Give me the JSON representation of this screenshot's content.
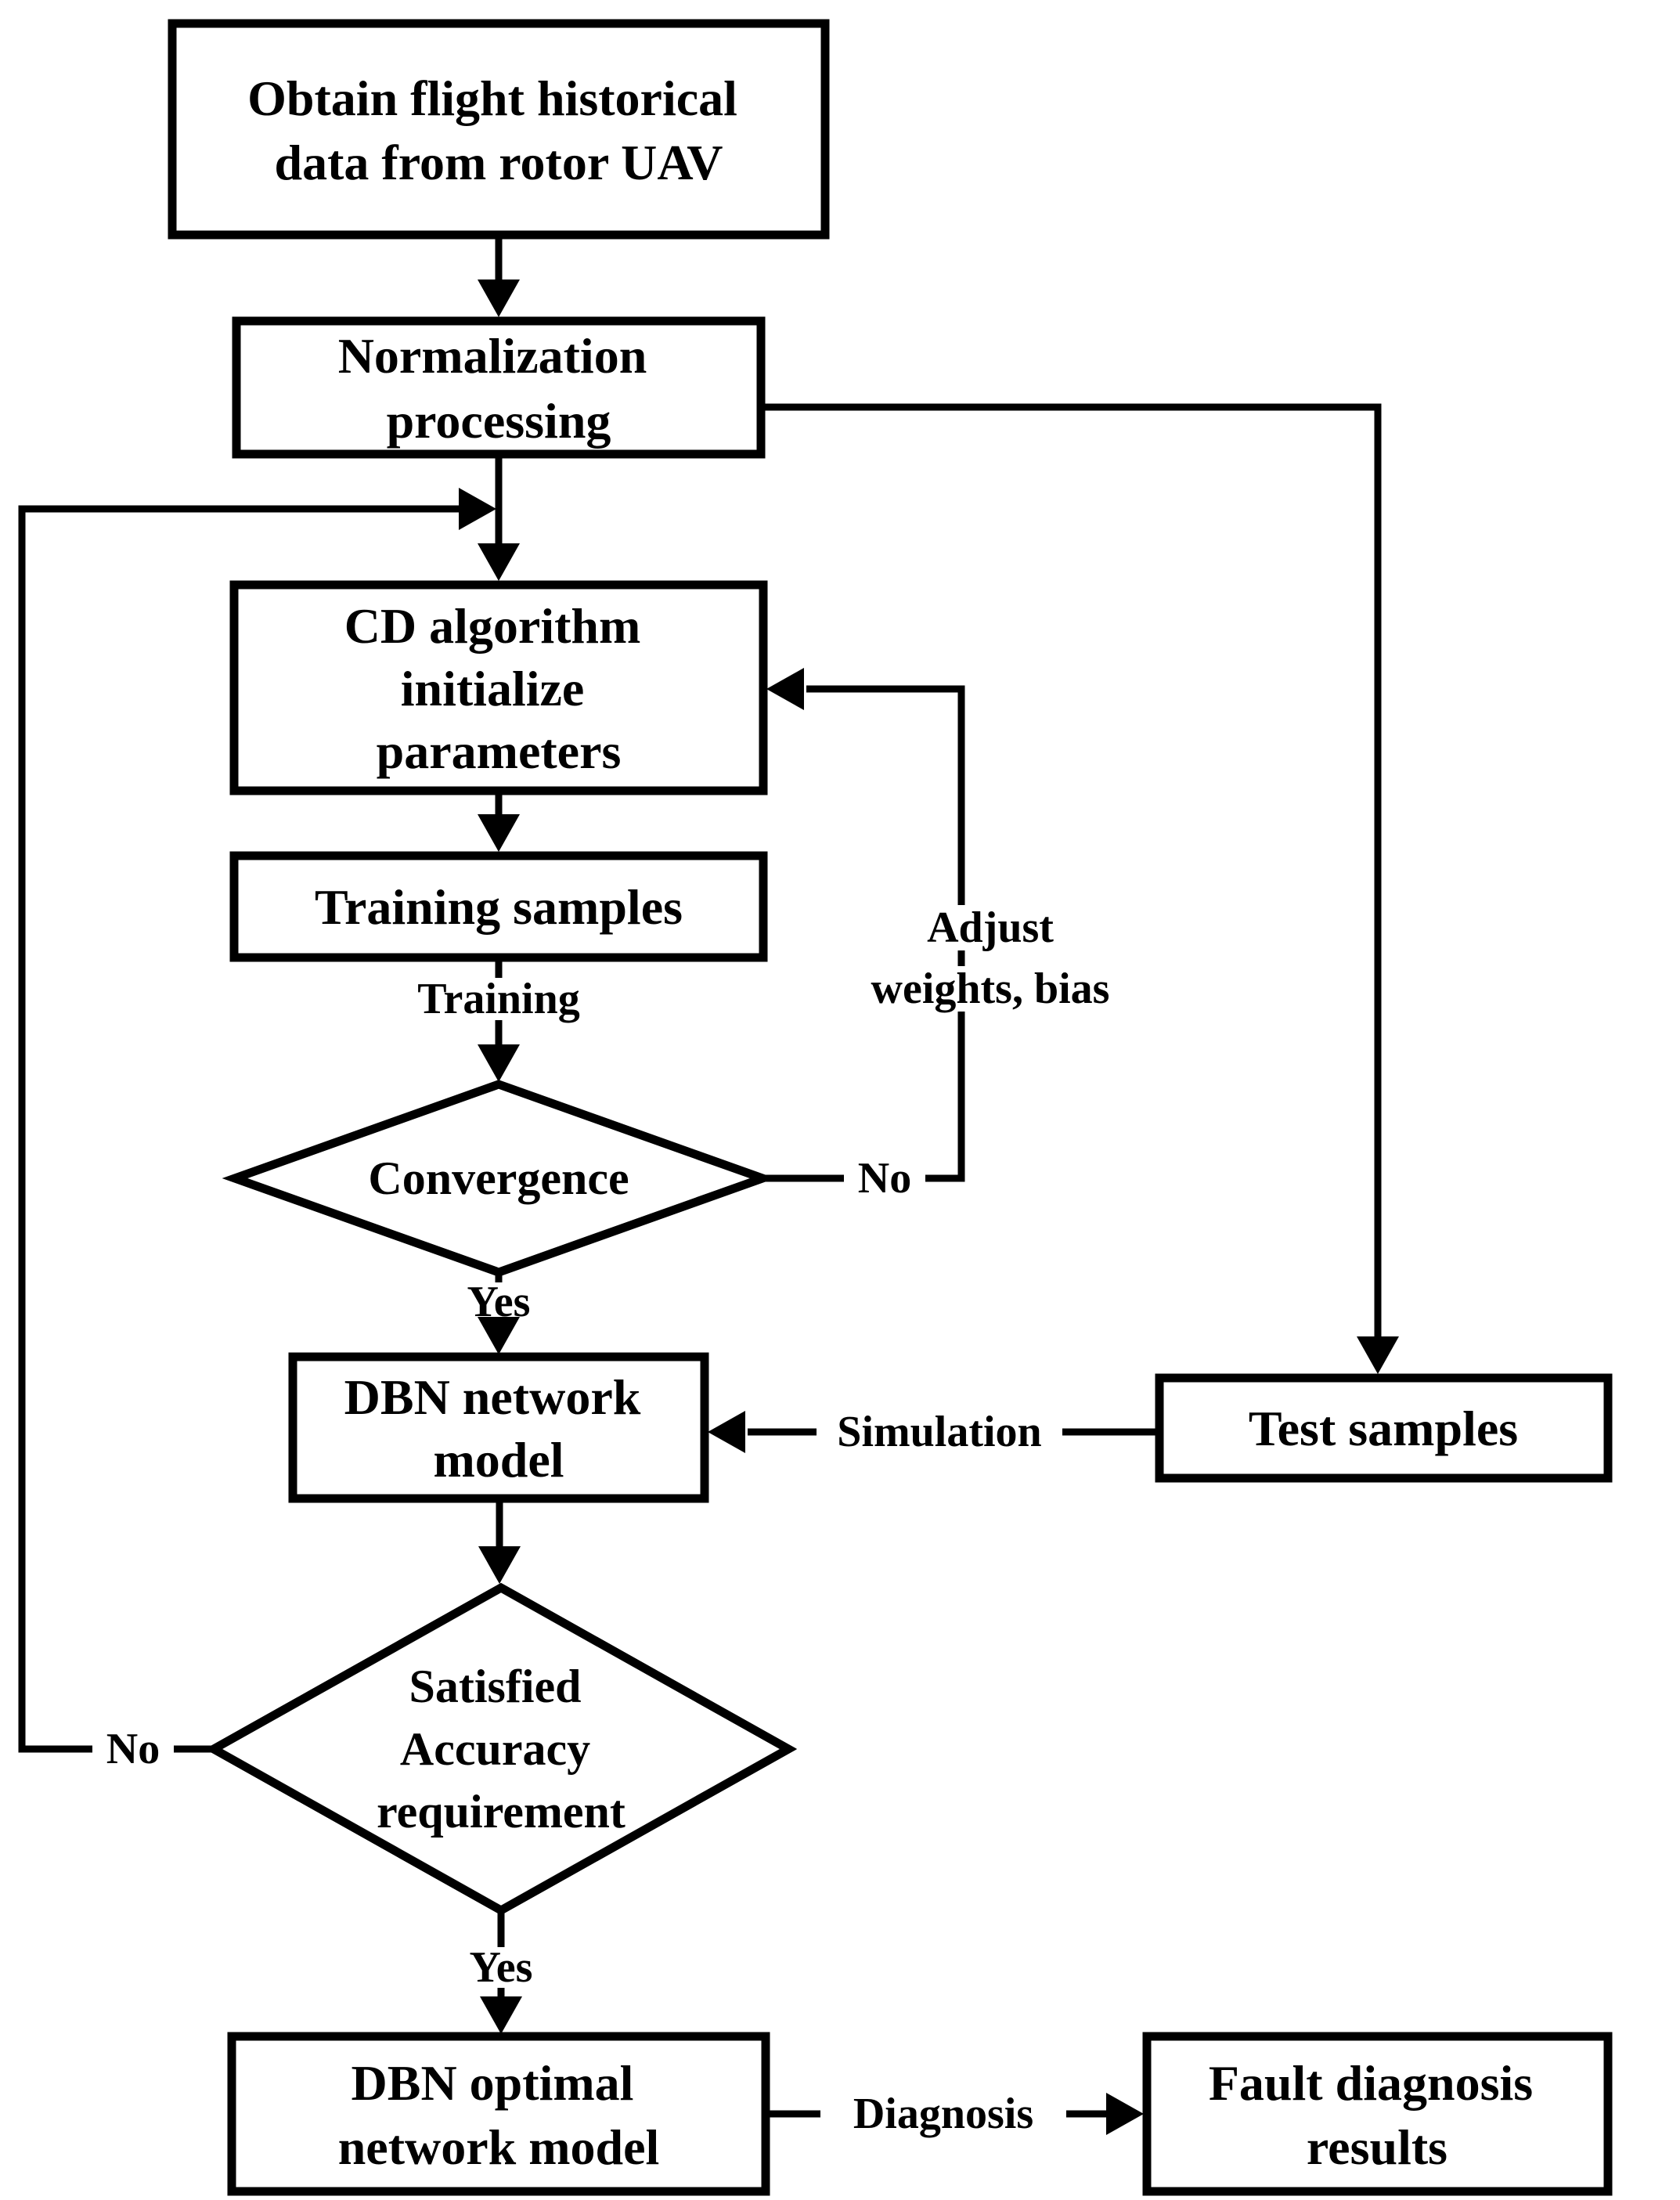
{
  "diagram": {
    "type": "flowchart",
    "background": "#ffffff",
    "stroke_color": "#000000",
    "text_color": "#000000",
    "nodes": {
      "obtain": {
        "shape": "process",
        "lines": [
          "Obtain flight historical",
          "data from rotor UAV"
        ]
      },
      "normalization": {
        "shape": "process",
        "lines": [
          "Normalization",
          "processing"
        ]
      },
      "cd_algorithm": {
        "shape": "process",
        "lines": [
          "CD algorithm",
          "initialize",
          "parameters"
        ]
      },
      "training_samples": {
        "shape": "process",
        "lines": [
          "Training samples"
        ]
      },
      "convergence": {
        "shape": "decision",
        "lines": [
          "Convergence"
        ]
      },
      "dbn_network": {
        "shape": "process",
        "lines": [
          "DBN network",
          "model"
        ]
      },
      "test_samples": {
        "shape": "process",
        "lines": [
          "Test samples"
        ]
      },
      "satisfied_accuracy": {
        "shape": "decision",
        "lines": [
          "Satisfied",
          "Accuracy",
          "requirement"
        ]
      },
      "dbn_optimal": {
        "shape": "process",
        "lines": [
          "DBN optimal",
          "network model"
        ]
      },
      "fault_results": {
        "shape": "process",
        "lines": [
          "Fault diagnosis",
          "results"
        ]
      }
    },
    "edge_labels": {
      "training": "Training",
      "convergence_yes": "Yes",
      "convergence_no": "No",
      "adjust_line1": "Adjust",
      "adjust_line2": "weights, bias",
      "simulation": "Simulation",
      "satisfied_yes": "Yes",
      "satisfied_no": "No",
      "diagnosis": "Diagnosis"
    }
  }
}
